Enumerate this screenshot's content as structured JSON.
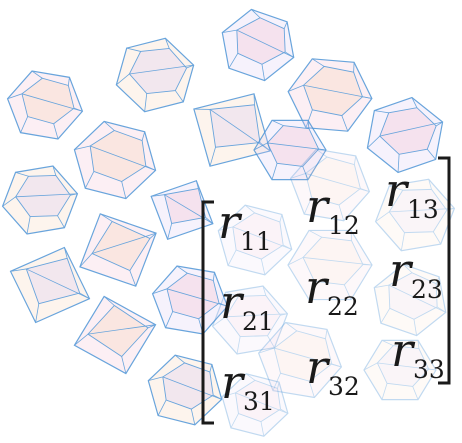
{
  "matrix": {
    "symbol": "r",
    "rows": [
      [
        "11",
        "12",
        "13"
      ],
      [
        "21",
        "22",
        "23"
      ],
      [
        "31",
        "32",
        "33"
      ]
    ]
  },
  "colors": {
    "crystal_edge": "#4f95d6",
    "crystal_face_pink": "#f0b9cf",
    "crystal_face_peach": "#f5d2b5",
    "crystal_face_lilac": "#d9c8ef",
    "bracket": "#1a1a1a"
  }
}
